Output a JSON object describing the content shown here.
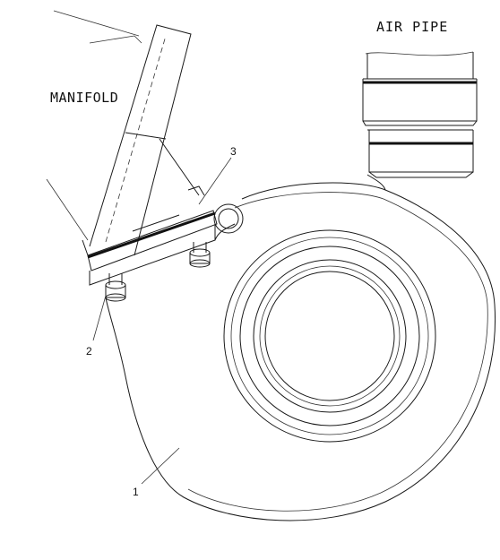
{
  "labels": {
    "air_pipe": "AIR PIPE",
    "manifold": "MANIFOLD"
  },
  "callouts": {
    "one": "1",
    "two": "2",
    "three": "3"
  }
}
